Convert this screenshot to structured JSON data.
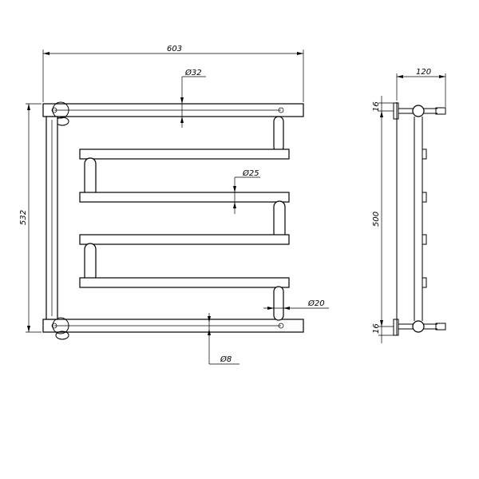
{
  "drawing": {
    "dimensions": {
      "overall_width": "603",
      "overall_height": "532",
      "depth": "120",
      "bracket_spacing": "500",
      "bracket_top": "16",
      "bracket_bottom": "16",
      "dia_main": "Ø32",
      "dia_bar": "Ø25",
      "dia_short": "Ø20",
      "dia_rod": "Ø8"
    }
  },
  "colors": {
    "line": "#000000",
    "background": "#ffffff"
  }
}
